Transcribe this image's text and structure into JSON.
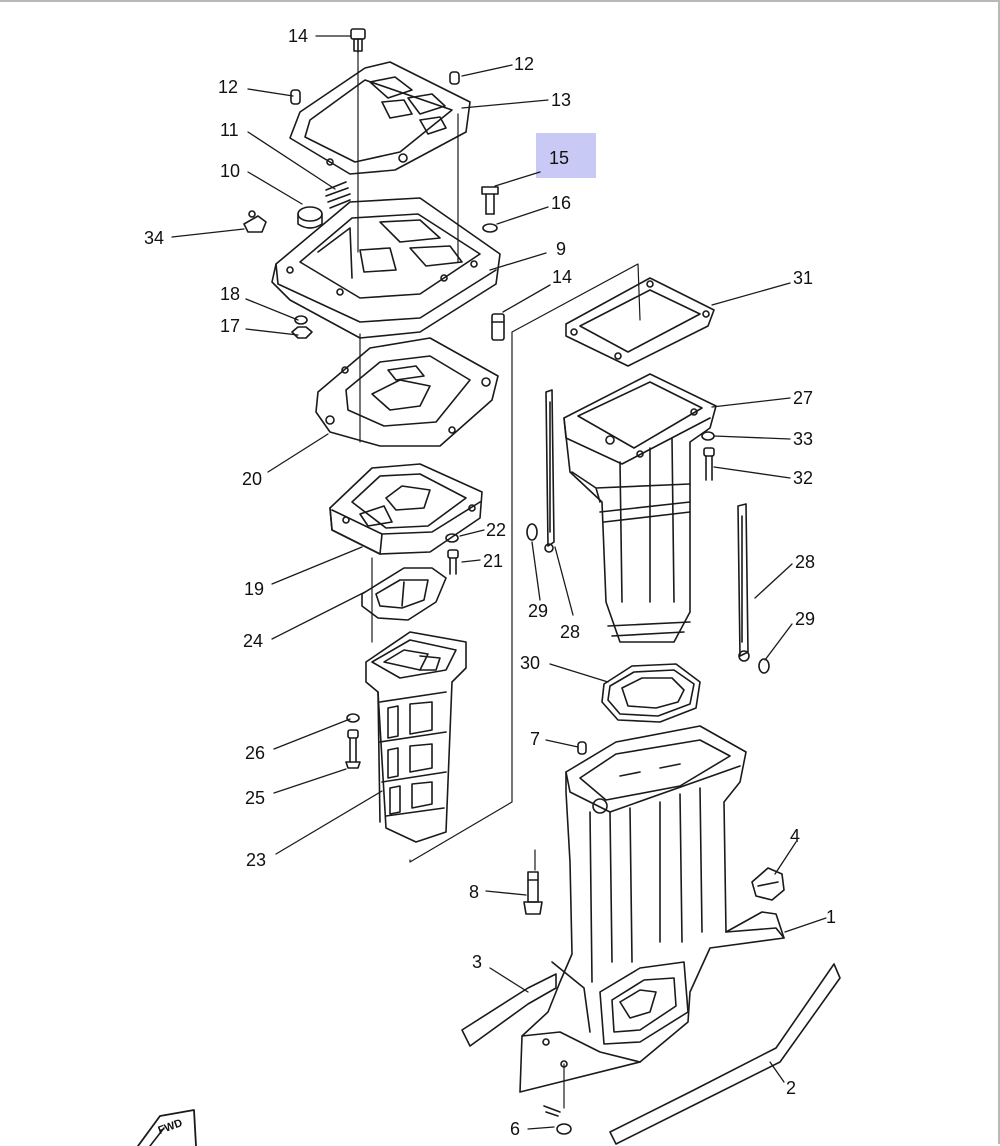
{
  "highlight_callout": "15",
  "callouts": [
    {
      "id": "c14a",
      "text": "14"
    },
    {
      "id": "c12a",
      "text": "12"
    },
    {
      "id": "c12b",
      "text": "12"
    },
    {
      "id": "c13",
      "text": "13"
    },
    {
      "id": "c11",
      "text": "11"
    },
    {
      "id": "c10",
      "text": "10"
    },
    {
      "id": "c15",
      "text": "15"
    },
    {
      "id": "c16",
      "text": "16"
    },
    {
      "id": "c34",
      "text": "34"
    },
    {
      "id": "c9",
      "text": "9"
    },
    {
      "id": "c14b",
      "text": "14"
    },
    {
      "id": "c31",
      "text": "31"
    },
    {
      "id": "c18",
      "text": "18"
    },
    {
      "id": "c17",
      "text": "17"
    },
    {
      "id": "c27",
      "text": "27"
    },
    {
      "id": "c33",
      "text": "33"
    },
    {
      "id": "c20",
      "text": "20"
    },
    {
      "id": "c32",
      "text": "32"
    },
    {
      "id": "c22",
      "text": "22"
    },
    {
      "id": "c21",
      "text": "21"
    },
    {
      "id": "c28a",
      "text": "28"
    },
    {
      "id": "c19",
      "text": "19"
    },
    {
      "id": "c29a",
      "text": "29"
    },
    {
      "id": "c28b",
      "text": "28"
    },
    {
      "id": "c29b",
      "text": "29"
    },
    {
      "id": "c24",
      "text": "24"
    },
    {
      "id": "c30",
      "text": "30"
    },
    {
      "id": "c26",
      "text": "26"
    },
    {
      "id": "c7",
      "text": "7"
    },
    {
      "id": "c25",
      "text": "25"
    },
    {
      "id": "c4",
      "text": "4"
    },
    {
      "id": "c23",
      "text": "23"
    },
    {
      "id": "c8",
      "text": "8"
    },
    {
      "id": "c1",
      "text": "1"
    },
    {
      "id": "c3",
      "text": "3"
    },
    {
      "id": "c2",
      "text": "2"
    },
    {
      "id": "c6",
      "text": "6"
    }
  ],
  "fwd_mark": "FWD",
  "colors": {
    "line": "#1a1a1a",
    "highlight": "#c9c9f5",
    "frame": "#b9b9b9"
  }
}
